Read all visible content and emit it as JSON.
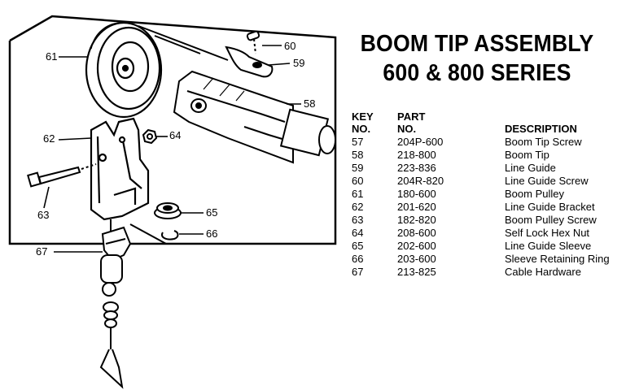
{
  "title": {
    "line1": "BOOM TIP ASSEMBLY",
    "line2": "600 & 800 SERIES"
  },
  "table": {
    "headers": {
      "key_line1": "KEY",
      "key_line2": "NO.",
      "part_line1": "PART",
      "part_line2": "NO.",
      "description": "DESCRIPTION"
    },
    "rows": [
      {
        "key": "57",
        "part": "204P-600",
        "description": "Boom Tip Screw"
      },
      {
        "key": "58",
        "part": "218-800",
        "description": "Boom Tip"
      },
      {
        "key": "59",
        "part": "223-836",
        "description": "Line Guide"
      },
      {
        "key": "60",
        "part": "204R-820",
        "description": "Line Guide Screw"
      },
      {
        "key": "61",
        "part": "180-600",
        "description": "Boom Pulley"
      },
      {
        "key": "62",
        "part": "201-620",
        "description": "Line Guide Bracket"
      },
      {
        "key": "63",
        "part": "182-820",
        "description": "Boom Pulley Screw"
      },
      {
        "key": "64",
        "part": "208-600",
        "description": "Self Lock Hex Nut"
      },
      {
        "key": "65",
        "part": "202-600",
        "description": "Line Guide Sleeve"
      },
      {
        "key": "66",
        "part": "203-600",
        "description": "Sleeve Retaining Ring"
      },
      {
        "key": "67",
        "part": "213-825",
        "description": "Cable Hardware"
      }
    ]
  },
  "diagram": {
    "callouts": {
      "c61": "61",
      "c60": "60",
      "c59": "59",
      "c58": "58",
      "c62": "62",
      "c64": "64",
      "c63": "63",
      "c65": "65",
      "c66": "66",
      "c67": "67"
    }
  }
}
